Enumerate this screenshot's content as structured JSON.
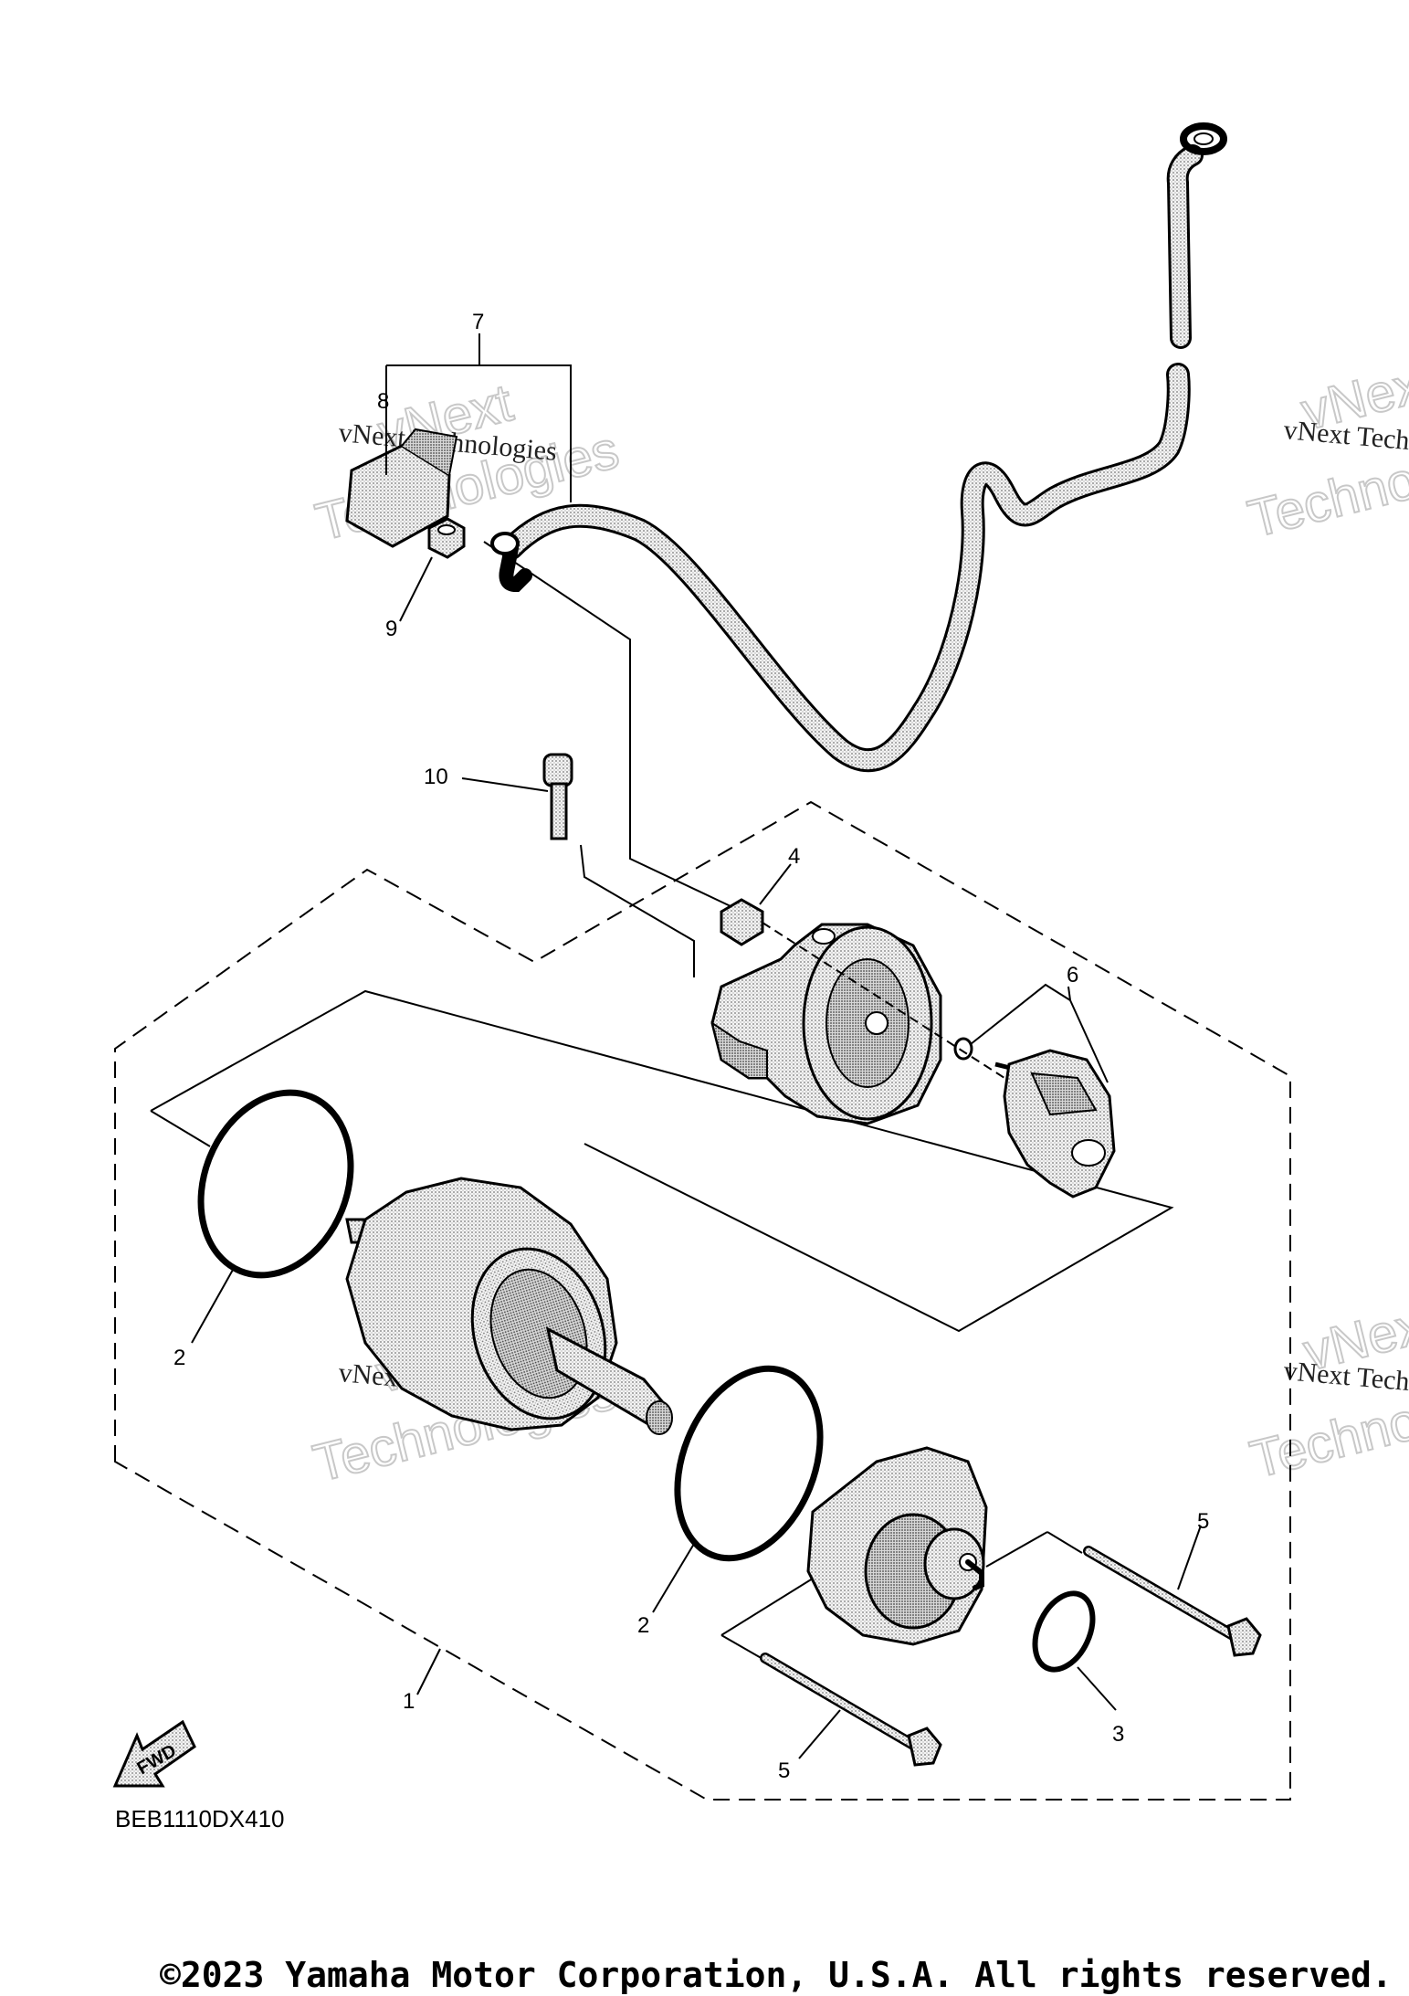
{
  "callouts": {
    "c1": "1",
    "c2a": "2",
    "c2b": "2",
    "c3": "3",
    "c4": "4",
    "c5a": "5",
    "c5b": "5",
    "c6": "6",
    "c7": "7",
    "c8": "8",
    "c9": "9",
    "c10": "10"
  },
  "fwd_label": "FWD",
  "diagram_code": "BEB1110DX410",
  "watermark": {
    "brand_top": "vNext",
    "brand_bottom": "Technologies",
    "caption": "vNext Technologies"
  },
  "copyright": "©2023 Yamaha Motor Corporation, U.S.A. All rights reserved."
}
